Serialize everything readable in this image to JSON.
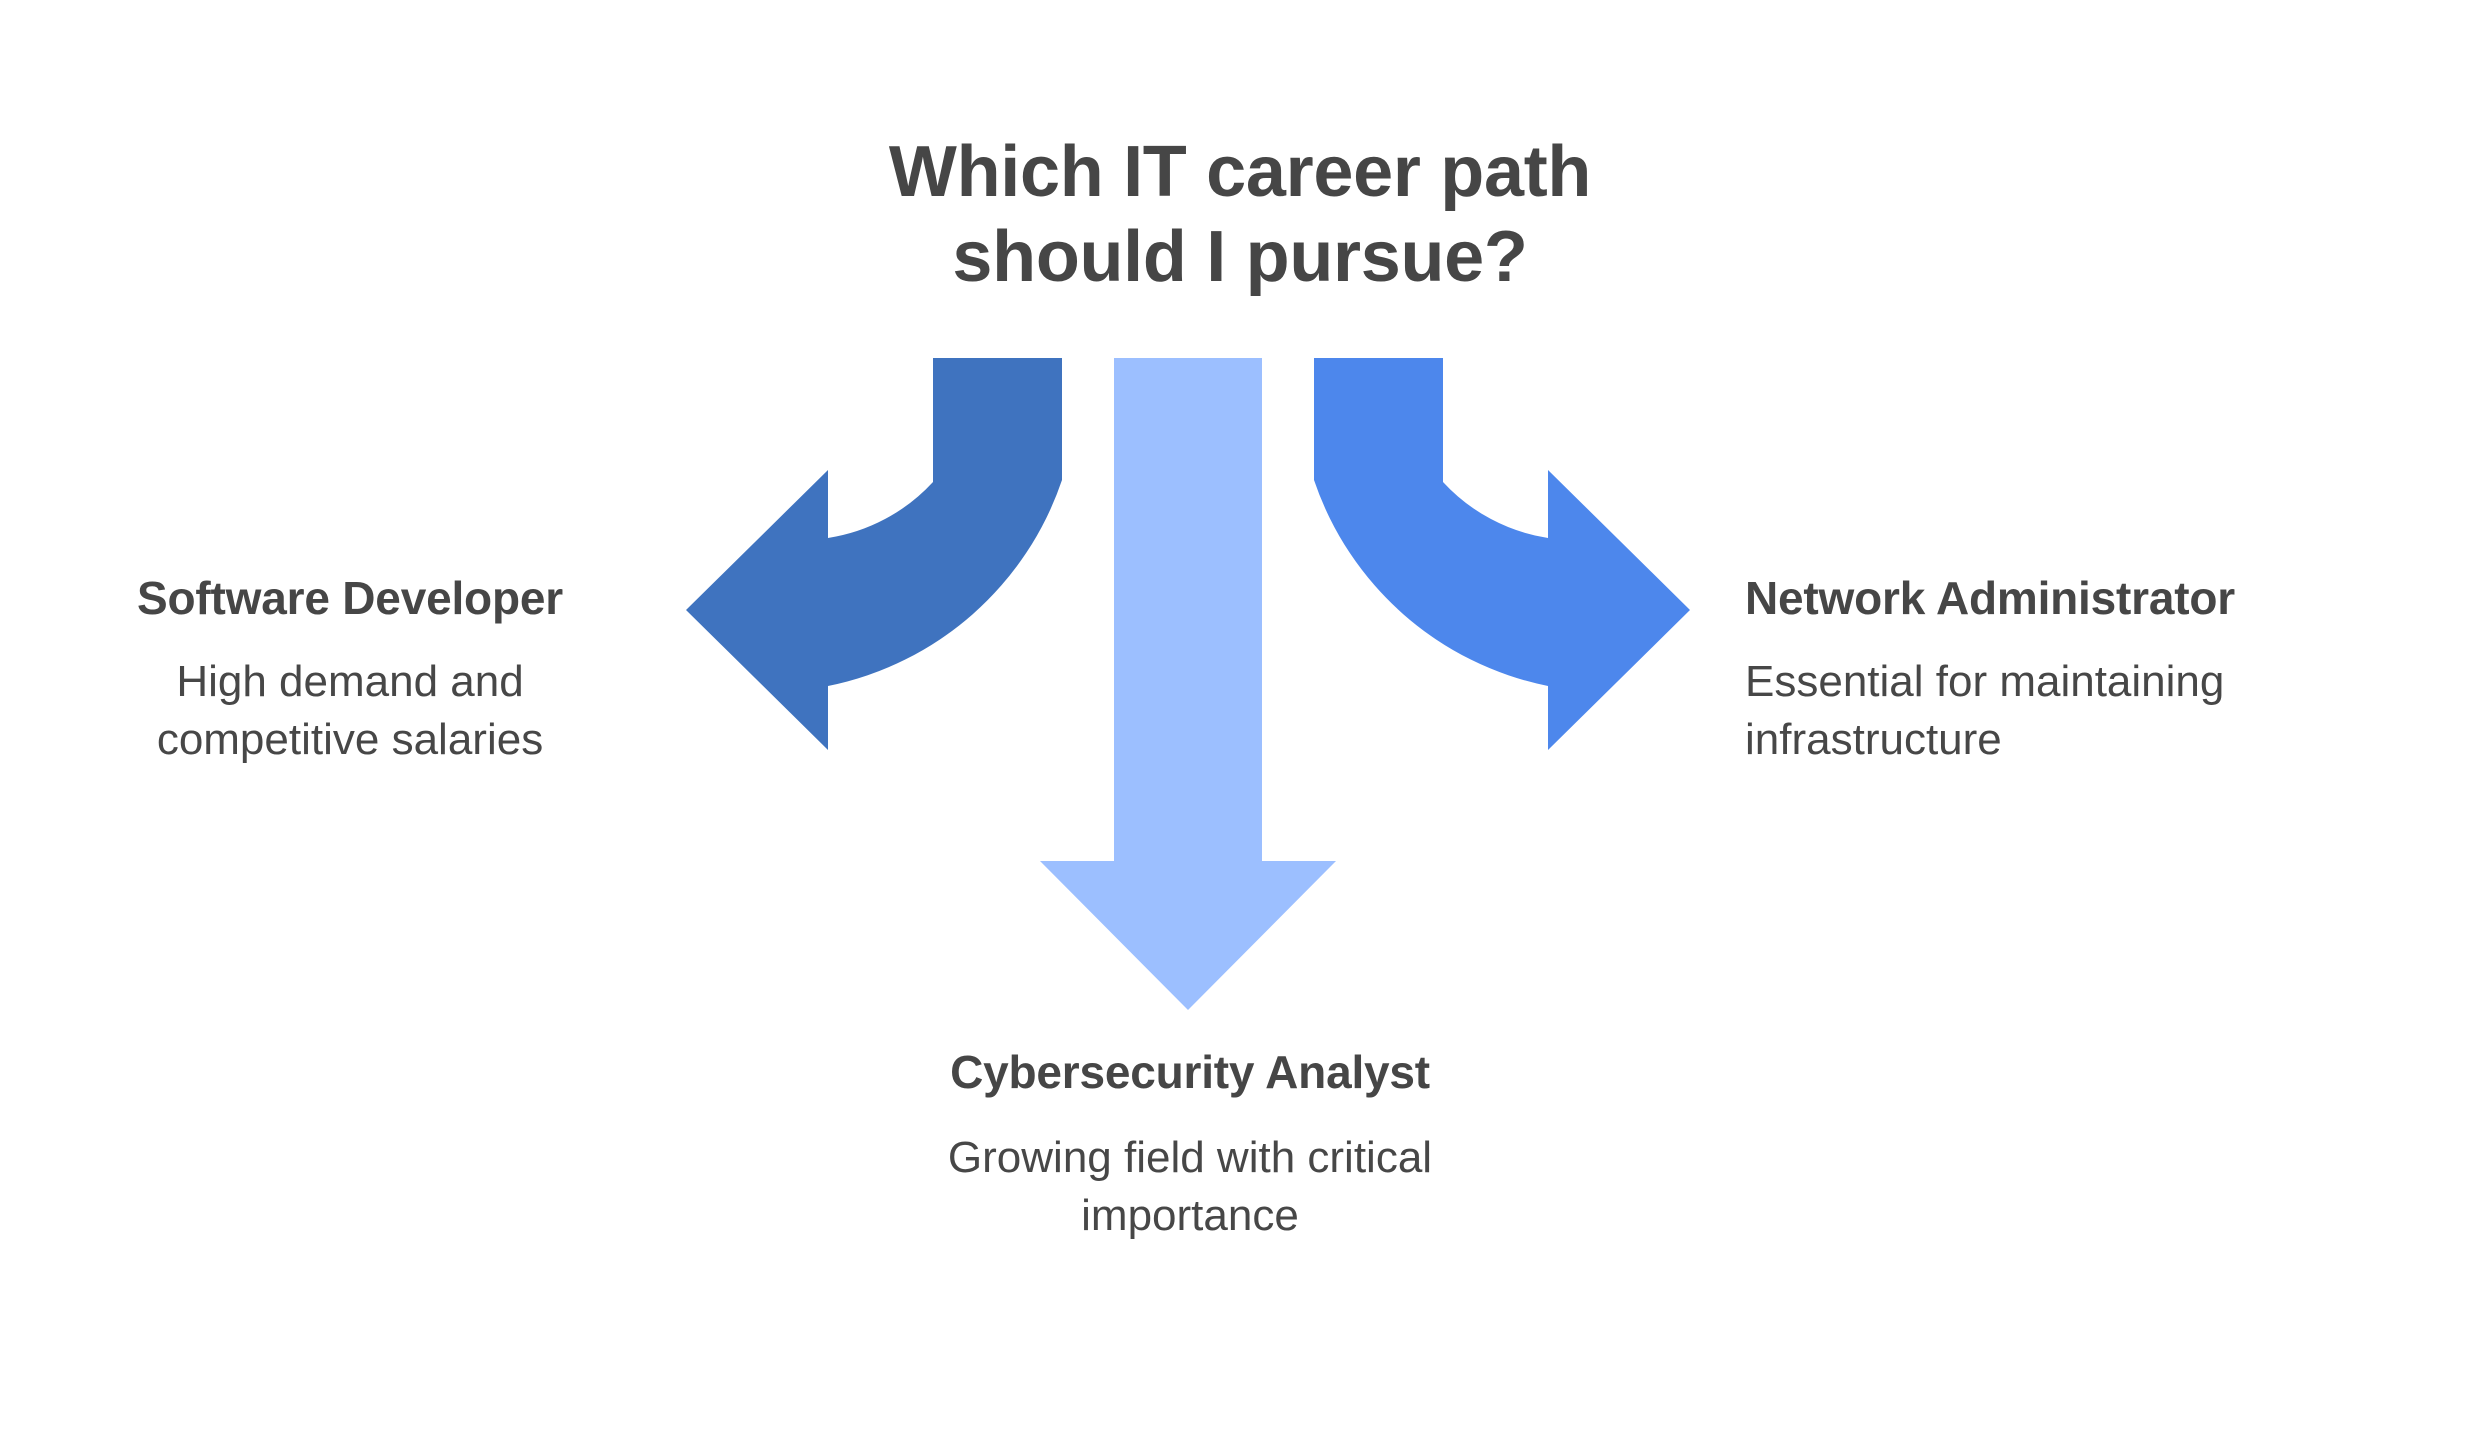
{
  "diagram": {
    "type": "three-way-branching-arrow-diagram",
    "background_color": "#ffffff",
    "text_color": "#464646",
    "title": {
      "line1": "Which IT career path",
      "line2": "should I pursue?",
      "full": "Which IT career path should I pursue?"
    },
    "branches": [
      {
        "id": "left",
        "direction": "left",
        "arrow_name": "curved-arrow-left",
        "arrow_color": "#3f73bf",
        "heading": "Software Developer",
        "description": "High demand and competitive salaries",
        "description_line1": "High demand and",
        "description_line2": "competitive salaries"
      },
      {
        "id": "center",
        "direction": "down",
        "arrow_name": "straight-arrow-down",
        "arrow_color": "#9cbfff",
        "heading": "Cybersecurity Analyst",
        "description": "Growing field with critical importance",
        "description_line1": "Growing field with critical",
        "description_line2": "importance"
      },
      {
        "id": "right",
        "direction": "right",
        "arrow_name": "curved-arrow-right",
        "arrow_color": "#4d87ec",
        "heading": "Network Administrator",
        "description": "Essential for maintaining infrastructure",
        "description_line1": "Essential for maintaining",
        "description_line2": "infrastructure"
      }
    ]
  }
}
